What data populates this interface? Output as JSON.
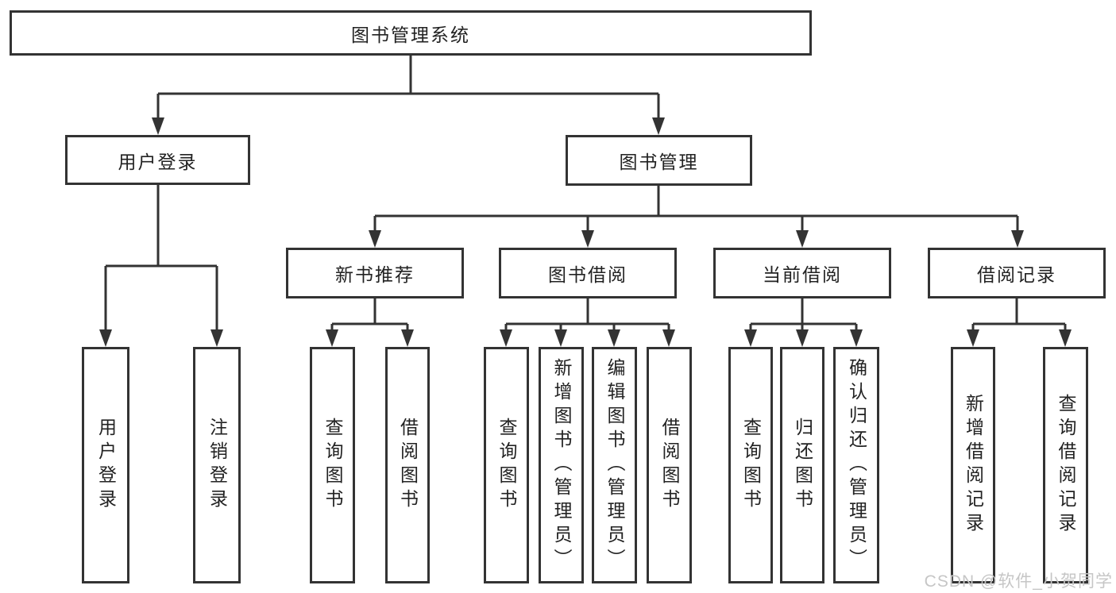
{
  "colors": {
    "line": "#333333",
    "text": "#222222",
    "watermark": "#c6c6c6",
    "background": "#ffffff"
  },
  "diagram": {
    "root": {
      "label": "图书管理系统"
    },
    "branches": [
      {
        "label": "用户登录",
        "children": [
          "用户登录",
          "注销登录"
        ]
      },
      {
        "label": "图书管理",
        "sections": [
          {
            "label": "新书推荐",
            "children": [
              "查询图书",
              "借阅图书"
            ]
          },
          {
            "label": "图书借阅",
            "children": [
              "查询图书",
              "新增图书（管理员）",
              "编辑图书（管理员）",
              "借阅图书"
            ]
          },
          {
            "label": "当前借阅",
            "children": [
              "查询图书",
              "归还图书",
              "确认归还（管理员）"
            ]
          },
          {
            "label": "借阅记录",
            "children": [
              "新增借阅记录",
              "查询借阅记录"
            ]
          }
        ]
      }
    ]
  },
  "watermark": {
    "text": "CSDN @软件_小贺同学"
  }
}
